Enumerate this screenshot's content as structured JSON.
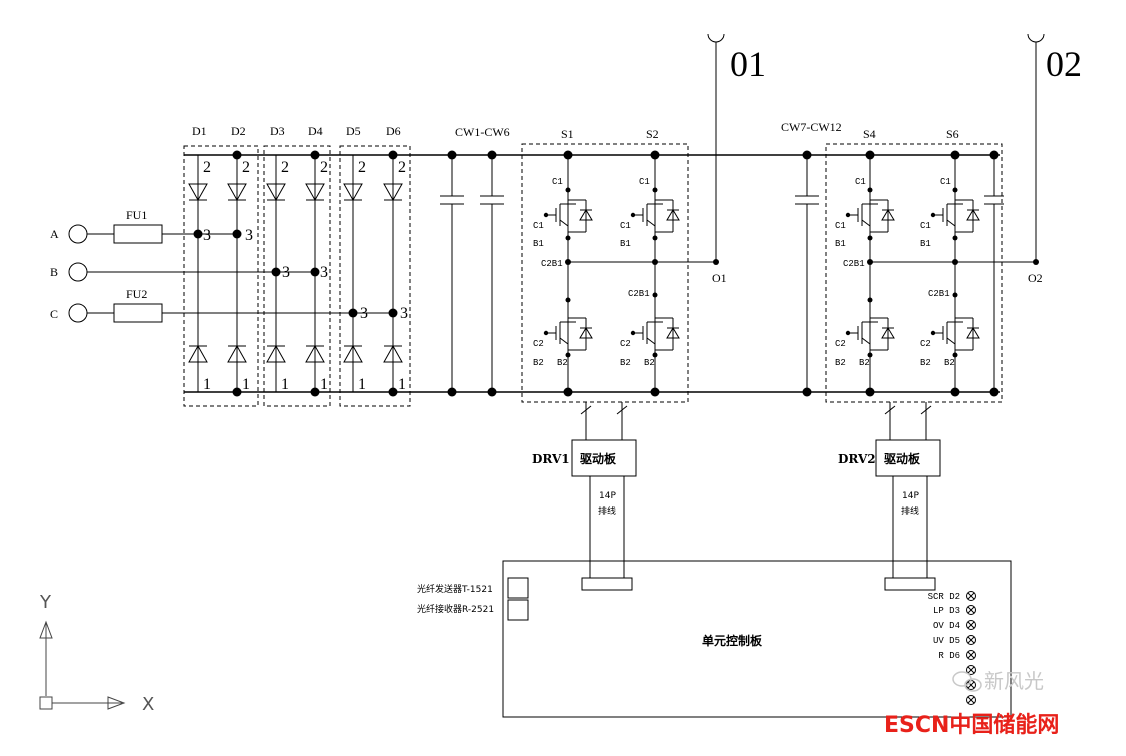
{
  "outputs": {
    "o1_big": "01",
    "o2_big": "02",
    "o1_small": "O1",
    "o2_small": "O2"
  },
  "inputs": {
    "a": "A",
    "b": "B",
    "c": "C",
    "fu1": "FU1",
    "fu2": "FU2"
  },
  "diodes": [
    "D1",
    "D2",
    "D3",
    "D4",
    "D5",
    "D6"
  ],
  "pins": {
    "p1": "1",
    "p2": "2",
    "p3": "3"
  },
  "capacitors": {
    "cw1": "CW1-CW6",
    "cw2": "CW7-CW12"
  },
  "switches": {
    "s1": "S1",
    "s2": "S2",
    "s4": "S4",
    "s6": "S6"
  },
  "igbt": {
    "c1": "C1",
    "b1": "B1",
    "c2": "C2",
    "b2": "B2",
    "c2b1": "C2B1"
  },
  "drivers": {
    "drv1": "DRV1",
    "drv2": "DRV2",
    "board": "驱动板",
    "cable_14p": "14P",
    "cable_word": "排线"
  },
  "control": {
    "title": "单元控制板",
    "fiber_tx": "光纤发送器T-1521",
    "fiber_rx": "光纤接收器R-2521",
    "leds": [
      "SCR D2",
      "LP D3",
      "OV D4",
      "UV D5",
      "R D6"
    ]
  },
  "axes": {
    "x": "X",
    "y": "Y"
  },
  "watermark": {
    "wechat": "新风光",
    "brand": "ESCN中国储能网"
  }
}
